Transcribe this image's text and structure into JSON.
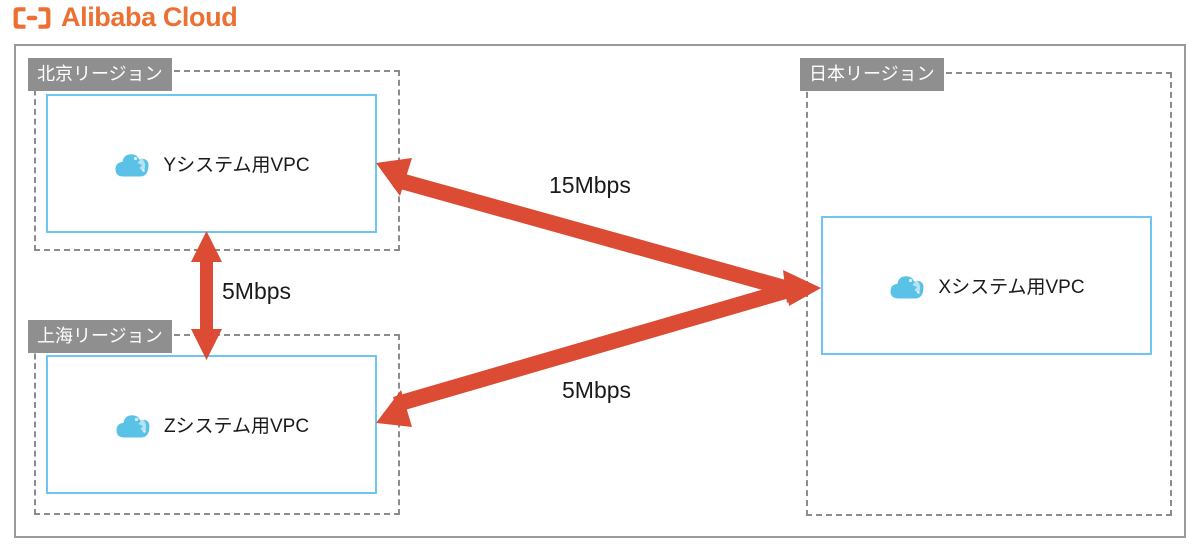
{
  "brand": {
    "name": "Alibaba Cloud",
    "logo_icon": "alibaba-cloud-bracket-logo",
    "color": "#EB7033"
  },
  "colors": {
    "arrow": "#DC4B33",
    "vpc_border": "#6EC6F0",
    "cloud_icon": "#5BC2E7",
    "region_border": "#8C8C8C",
    "region_label_bg": "#8F8F8F",
    "outer_border": "#9A9A9A"
  },
  "regions": [
    {
      "id": "beijing",
      "label": "北京リージョン",
      "vpc": {
        "label": "Yシステム用VPC",
        "icon": "cloud-icon"
      }
    },
    {
      "id": "shanghai",
      "label": "上海リージョン",
      "vpc": {
        "label": "Zシステム用VPC",
        "icon": "cloud-icon"
      }
    },
    {
      "id": "japan",
      "label": "日本リージョン",
      "vpc": {
        "label": "Xシステム用VPC",
        "icon": "cloud-icon"
      }
    }
  ],
  "connections": [
    {
      "id": "y-to-x",
      "bandwidth": "15Mbps",
      "from": "Yシステム用VPC",
      "to": "Xシステム用VPC"
    },
    {
      "id": "z-to-x",
      "bandwidth": "5Mbps",
      "from": "Zシステム用VPC",
      "to": "Xシステム用VPC"
    },
    {
      "id": "y-to-z",
      "bandwidth": "5Mbps",
      "from": "Yシステム用VPC",
      "to": "Zシステム用VPC"
    }
  ]
}
